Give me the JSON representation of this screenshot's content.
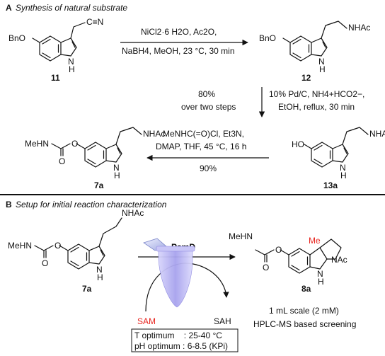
{
  "panel_a": {
    "letter": "A",
    "title": "Synthesis of natural substrate",
    "compound_11": {
      "label": "11",
      "substituent": "BnO",
      "side_chain": "C≡N",
      "nh": "H",
      "n": "N"
    },
    "compound_12": {
      "label": "12",
      "substituent": "BnO",
      "side_chain": "NHAc",
      "nh": "H",
      "n": "N"
    },
    "compound_13a": {
      "label": "13a",
      "substituent": "HO",
      "side_chain": "NHAc",
      "nh": "H",
      "n": "N"
    },
    "compound_7a": {
      "label": "7a",
      "substituent": "MeHN",
      "carbonyl_o": "O",
      "ester_o": "O",
      "side_chain": "NHAc",
      "nh": "H",
      "n": "N"
    },
    "step1_above": "NiCl2·6 H2O, Ac2O,",
    "step1_below": "NaBH4, MeOH, 23 °C, 30 min",
    "step2_left_line1": "80%",
    "step2_left_line2": "over two steps",
    "step2_right_line1": "10% Pd/C, NH4+HCO2−,",
    "step2_right_line2": "EtOH, reflux, 30 min",
    "step3_above_line1": "MeNHC(=O)Cl, Et3N,",
    "step3_above_line2": "DMAP, THF, 45 °C, 16 h",
    "step3_yield": "90%"
  },
  "panel_b": {
    "letter": "B",
    "title": "Setup for initial reaction characterization",
    "compound_7a": {
      "label": "7a",
      "substituent": "MeHN",
      "carbonyl_o": "O",
      "ester_o": "O",
      "side_chain": "NHAc",
      "nh": "H",
      "n": "N"
    },
    "compound_8a": {
      "label": "8a",
      "substituent": "MeHN",
      "carbonyl_o": "O",
      "ester_o": "O",
      "methyl": "Me",
      "nac": "NAc",
      "nh": "H",
      "n": "N"
    },
    "enzyme": "PsmD",
    "cofactor_in": "SAM",
    "cofactor_out": "SAH",
    "scale": "1 mL scale (2 mM)",
    "screening": "HPLC-MS based screening",
    "t_optimum": "T optimum    : 25-40 °C",
    "ph_optimum": "pH optimum : 6-8.5 (KPi)"
  },
  "colors": {
    "sam": "#e8251f",
    "methyl": "#e8251f",
    "tube": "#b9b6f2"
  }
}
